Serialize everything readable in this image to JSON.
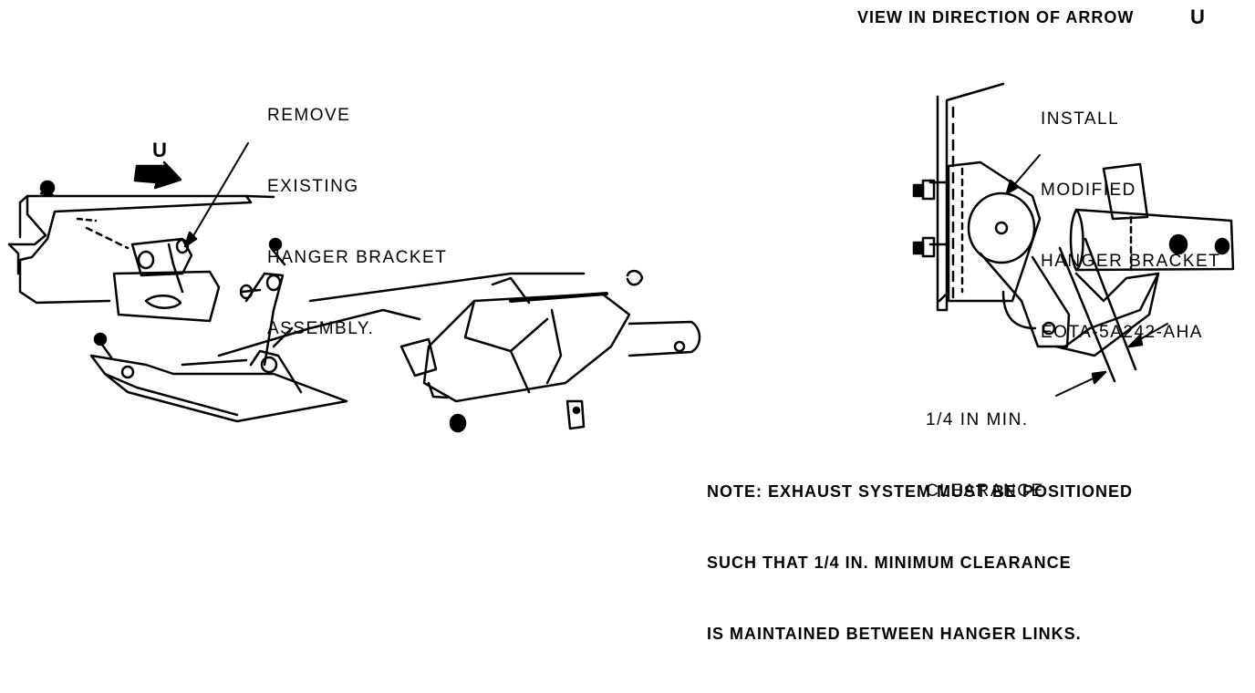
{
  "view": {
    "title": "VIEW IN DIRECTION OF ARROW",
    "letter": "U"
  },
  "arrow_label": "U",
  "callouts": {
    "remove": [
      "REMOVE",
      "EXISTING",
      "HANGER BRACKET",
      "ASSEMBLY."
    ],
    "install": [
      "INSTALL",
      "MODIFIED",
      "HANGER BRACKET",
      "EOTA-5A242-AHA"
    ],
    "clearance": [
      "1/4 IN MIN.",
      "CLEARANCE"
    ]
  },
  "note": [
    "NOTE: EXHAUST SYSTEM MUST BE POSITIONED",
    "SUCH THAT 1/4 IN. MINIMUM CLEARANCE",
    "IS MAINTAINED BETWEEN HANGER LINKS."
  ]
}
